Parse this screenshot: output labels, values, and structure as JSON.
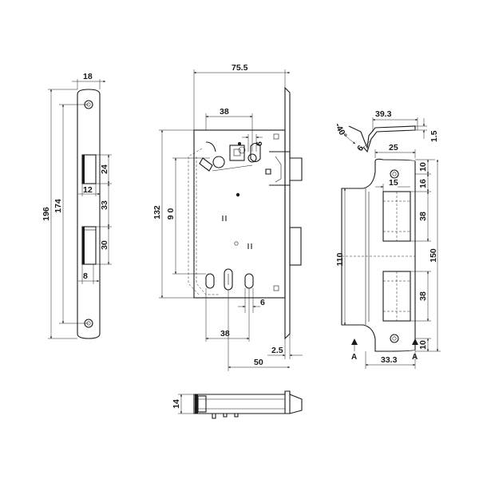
{
  "dimensions": {
    "faceplate": {
      "width": "18",
      "length": "196",
      "hole_spacing": "174",
      "latch_height": "24",
      "latch_width": "12",
      "latch_to_bolt": "33",
      "bolt_height": "30",
      "bolt_width": "8"
    },
    "lock_body": {
      "depth": "75.5",
      "hub_offset": "38",
      "hub_size": "6",
      "body_height": "132",
      "spindle_to_key": "9 0",
      "keyhole_width": "6",
      "key_offset": "38",
      "faceplate_thickness": "2.5",
      "backset": "50"
    },
    "strike_plate": {
      "bend_length": "39.3",
      "bend_angle": "40°",
      "bend_radius": "6",
      "thickness": "1.5",
      "width": "25",
      "edge_margin_top": "10",
      "pocket_offset": "16",
      "pocket_inset": "15",
      "pocket_upper_height": "38",
      "pocket_lower_height": "38",
      "pocket_span": "110",
      "height": "150",
      "edge_margin_bottom": "10",
      "section_width": "33.3",
      "section_label_left": "A",
      "section_label_right": "A"
    },
    "side_view": {
      "thickness": "14"
    }
  }
}
